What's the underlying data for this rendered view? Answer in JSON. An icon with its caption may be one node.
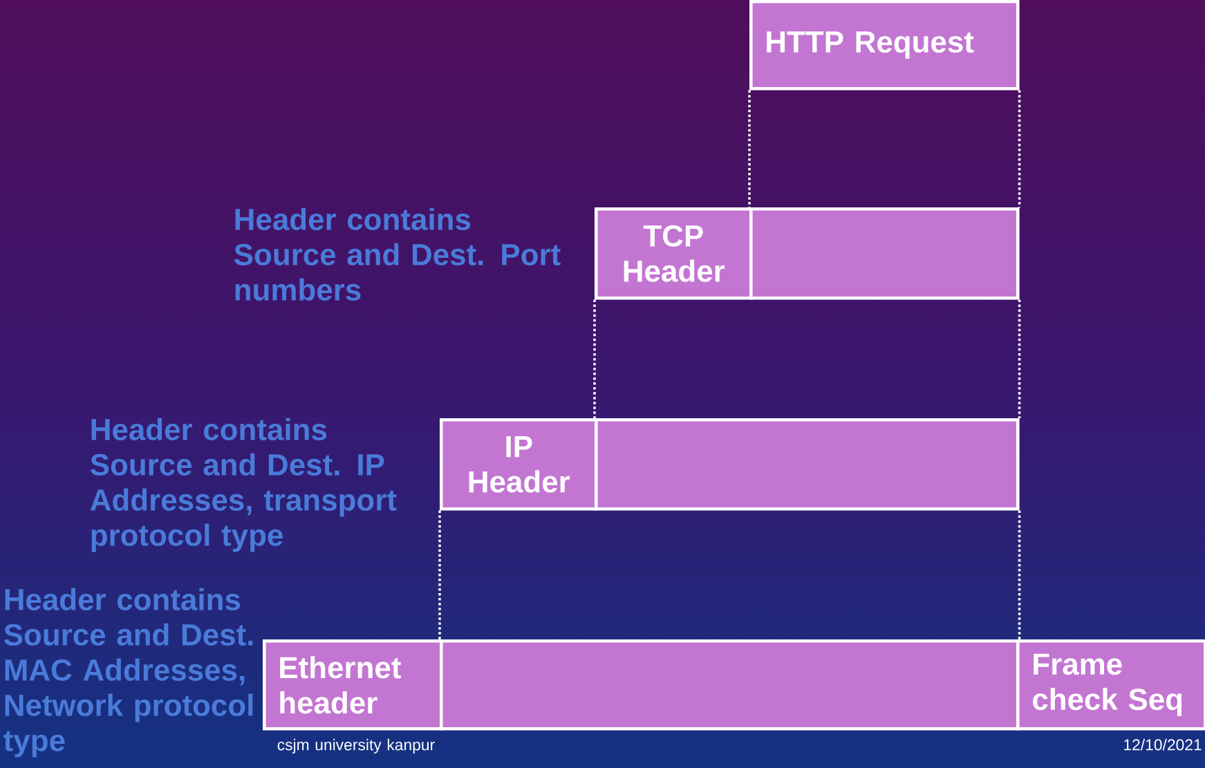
{
  "diagram": {
    "nodes": [
      {
        "text": [
          "HTTP Request"
        ]
      },
      {
        "text": [
          "TCP Header"
        ]
      },
      {
        "text": [],
        "shape": "box"
      },
      {
        "text": [
          "IP Header"
        ]
      },
      {
        "text": [],
        "shape": "box"
      },
      {
        "text": [
          "Ethernet header"
        ]
      },
      {
        "text": [],
        "shape": "box"
      },
      {
        "text": [
          "Frame check Seq"
        ]
      }
    ],
    "edges": [
      {
        "from": 0,
        "to": 2,
        "arrow": "none",
        "style": "dashed"
      },
      {
        "from": 0,
        "to": 2,
        "arrow": "none",
        "style": "dashed"
      },
      {
        "from": 1,
        "to": 4,
        "arrow": "none",
        "style": "dashed"
      },
      {
        "from": 2,
        "to": 4,
        "arrow": "none",
        "style": "dashed"
      },
      {
        "from": 3,
        "to": 6,
        "arrow": "none",
        "style": "dashed"
      },
      {
        "from": 4,
        "to": 6,
        "arrow": "none",
        "style": "dashed"
      }
    ],
    "labels": [
      "Header contains Source and Dest. Port numbers",
      "Header contains Source and Dest. IP Addresses, transport protocol type",
      "Header contains Source and Dest. MAC Addresses, Network protocol type",
      "csjm university kanpur",
      "12/10/2021"
    ]
  }
}
